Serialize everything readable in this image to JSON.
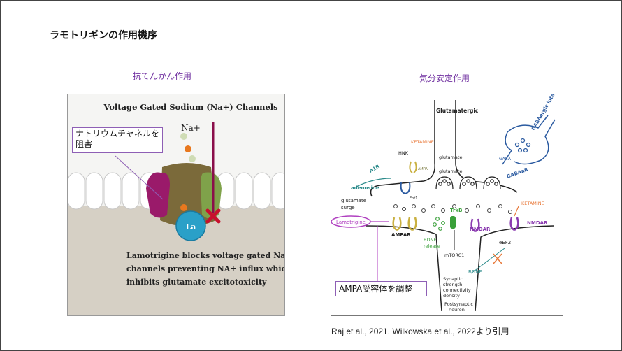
{
  "slide": {
    "title": "ラモトリギンの作用機序",
    "left_subtitle": "抗てんかん作用",
    "right_subtitle": "気分安定作用",
    "citation": "Raj et al., 2021.  Wilkowska  et al., 2022より引用"
  },
  "left_figure": {
    "header": "Voltage Gated Sodium (Na+) Channels",
    "ion_label": "Na+",
    "drug_label": "La",
    "caption_lines": [
      "Lamotrigine blocks voltage gated Na+",
      "channels preventing NA+ influx which",
      "inhibits glutamate excitotoxicity"
    ],
    "callout": "ナトリウムチャネルを阻害",
    "colors": {
      "channel_left": "#9a1a6a",
      "channel_right": "#7fa24a",
      "channel_mid": "#7b6a3a",
      "drug": "#2aa0c8",
      "block": "#c8102e"
    }
  },
  "right_figure": {
    "labels": {
      "glutamatergic": "Glutamatergic",
      "gabaergic": "GABAergic interneuron",
      "ketamine_top": "KETAMINE",
      "ketamine_right": "KETAMINE",
      "hnk": "HNK",
      "ampa_small": "AMPA",
      "glutamate_up": "glutamate",
      "glutamate_down": "glutamate",
      "a1r": "A1R",
      "adenosine": "adenosine",
      "ent1": "Ent1",
      "gaba_a": "GABA",
      "gaba_ar": "GABAaR",
      "glutamate_surge_1": "glutamate",
      "glutamate_surge_2": "surge",
      "lamotrigine": "Lamotrigine",
      "trkb": "TrkB",
      "nmdar_mid": "NMDAR",
      "nmdar_right": "NMDAR",
      "ampar": "AMPAR",
      "bdnf_release_1": "BDNF",
      "bdnf_release_2": "release",
      "mtorc1": "mTORC1",
      "eef2": "eEF2",
      "bdnf": "BDNF",
      "synaptic": [
        "Synaptic",
        "strength",
        "connectivity",
        "density"
      ],
      "postsynaptic": [
        "Postsynaptic",
        "neuron"
      ]
    },
    "callout": "AMPA受容体を調整",
    "colors": {
      "ketamine": "#e8793a",
      "teal": "#2a8a8a",
      "green": "#3aa03a",
      "purple": "#8a3ab0",
      "blue": "#2a5aa0",
      "lamotrigine": "#b040c0"
    }
  }
}
